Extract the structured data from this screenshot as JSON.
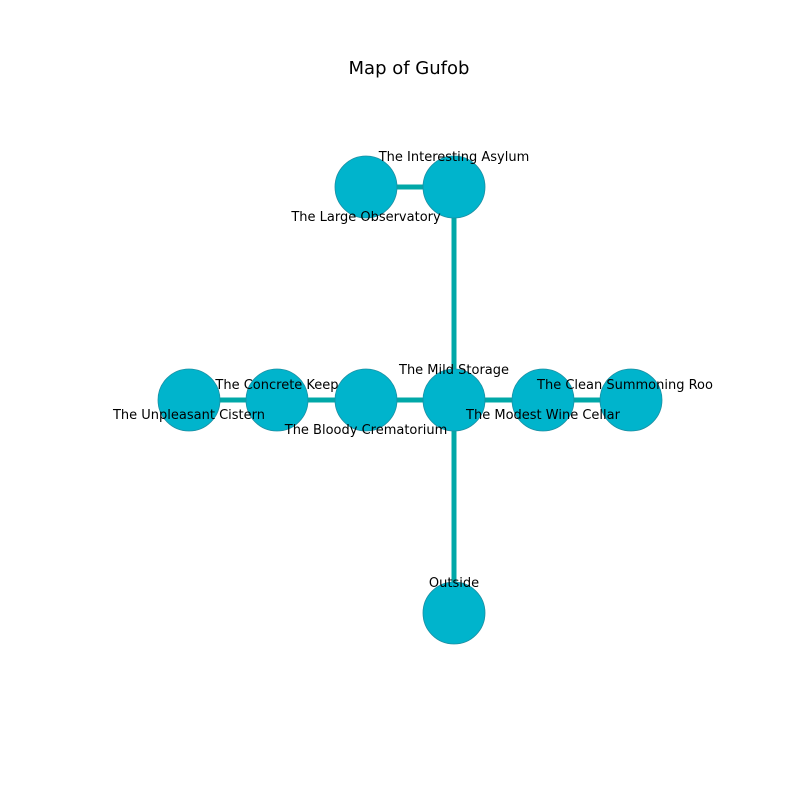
{
  "title": "Map of Gufob",
  "colors": {
    "node_fill": "#00b4cc",
    "node_stroke": "#1a8fa3",
    "edge": "#00a8a8",
    "background": "#ffffff"
  },
  "rooms": [
    {
      "id": "large-observatory",
      "label": "The Large Observatory"
    },
    {
      "id": "interesting-asylum",
      "label": "The Interesting Asylum"
    },
    {
      "id": "unpleasant-cistern",
      "label": "The Unpleasant Cistern"
    },
    {
      "id": "concrete-keep",
      "label": "The Concrete Keep"
    },
    {
      "id": "bloody-crematorium",
      "label": "The Bloody Crematorium"
    },
    {
      "id": "mild-storage",
      "label": "The Mild Storage"
    },
    {
      "id": "modest-wine-cellar",
      "label": "The Modest Wine Cellar"
    },
    {
      "id": "clean-summoning-room",
      "label": "The Clean Summoning Roo"
    },
    {
      "id": "outside",
      "label": "Outside"
    }
  ],
  "connections": [
    [
      "large-observatory",
      "interesting-asylum"
    ],
    [
      "interesting-asylum",
      "mild-storage"
    ],
    [
      "unpleasant-cistern",
      "concrete-keep"
    ],
    [
      "concrete-keep",
      "bloody-crematorium"
    ],
    [
      "bloody-crematorium",
      "mild-storage"
    ],
    [
      "mild-storage",
      "modest-wine-cellar"
    ],
    [
      "modest-wine-cellar",
      "clean-summoning-room"
    ],
    [
      "mild-storage",
      "outside"
    ]
  ]
}
